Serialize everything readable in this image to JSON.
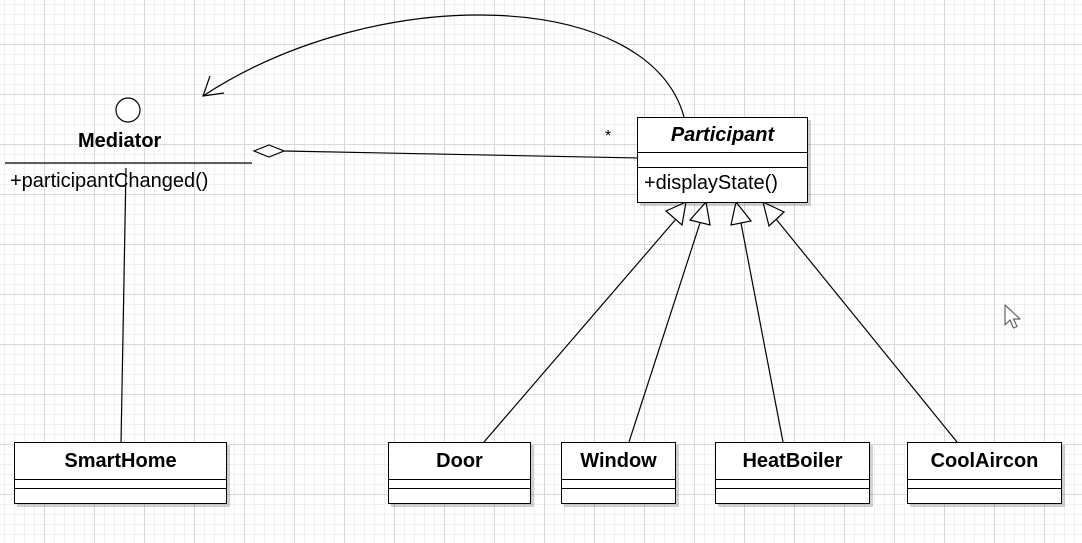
{
  "diagram": {
    "interface": {
      "name": "Mediator",
      "operation": "+participantChanged()"
    },
    "participant": {
      "name": "Participant",
      "operation": "+displayState()",
      "multiplicity": "*"
    },
    "smart_home": {
      "name": "SmartHome"
    },
    "subclasses": [
      {
        "name": "Door"
      },
      {
        "name": "Window"
      },
      {
        "name": "HeatBoiler"
      },
      {
        "name": "CoolAircon"
      }
    ]
  },
  "colors": {
    "line": "#000000",
    "grid": "#d9d9d9",
    "background": "#ffffff"
  },
  "icons": {
    "cursor": "mouse-pointer-icon"
  }
}
